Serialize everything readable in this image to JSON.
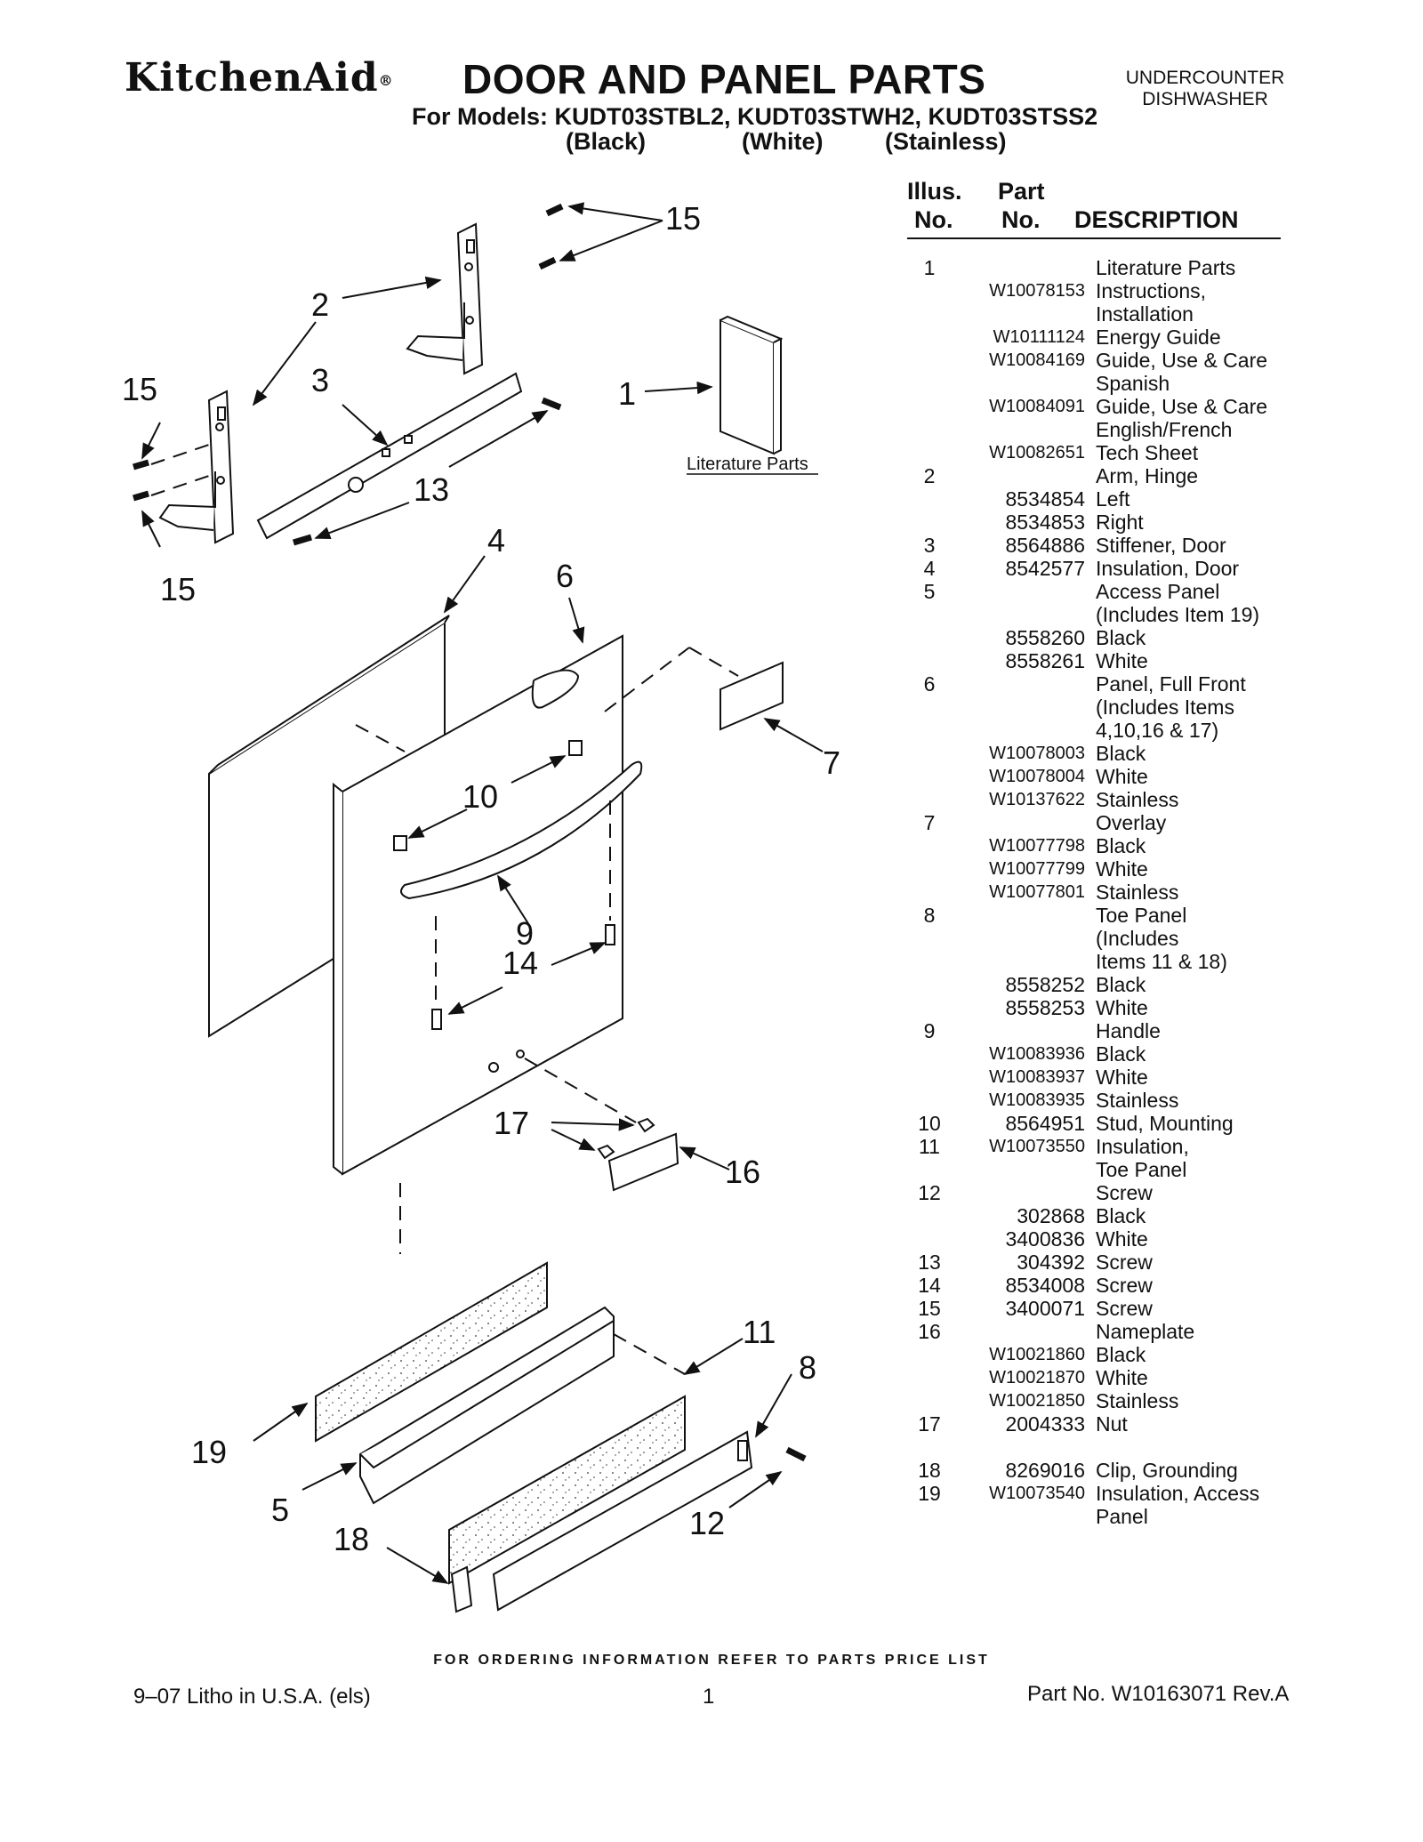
{
  "header": {
    "brand": "KitchenAid",
    "brand_reg": "®",
    "title": "DOOR AND PANEL PARTS",
    "models_line": "For Models: KUDT03STBL2, KUDT03STWH2, KUDT03STSS2",
    "variants": [
      "(Black)",
      "(White)",
      "(Stainless)"
    ],
    "category_line1": "UNDERCOUNTER",
    "category_line2": "DISHWASHER"
  },
  "table": {
    "col_illus_1": "Illus.",
    "col_illus_2": "No.",
    "col_part_1": "Part",
    "col_part_2": "No.",
    "col_desc": "DESCRIPTION",
    "rows": [
      {
        "num": "1",
        "part": "",
        "desc": "Literature Parts"
      },
      {
        "num": "",
        "part": "W10078153",
        "desc": "Instructions,"
      },
      {
        "num": "",
        "part": "",
        "desc": "Installation"
      },
      {
        "num": "",
        "part": "W10111124",
        "desc": "Energy Guide"
      },
      {
        "num": "",
        "part": "W10084169",
        "desc": "Guide, Use & Care"
      },
      {
        "num": "",
        "part": "",
        "desc": "Spanish"
      },
      {
        "num": "",
        "part": "W10084091",
        "desc": "Guide, Use & Care"
      },
      {
        "num": "",
        "part": "",
        "desc": "English/French"
      },
      {
        "num": "",
        "part": "W10082651",
        "desc": "Tech Sheet"
      },
      {
        "num": "2",
        "part": "",
        "desc": "Arm, Hinge"
      },
      {
        "num": "",
        "part": "8534854",
        "desc": "Left"
      },
      {
        "num": "",
        "part": "8534853",
        "desc": "Right"
      },
      {
        "num": "3",
        "part": "8564886",
        "desc": "Stiffener, Door"
      },
      {
        "num": "4",
        "part": "8542577",
        "desc": "Insulation, Door"
      },
      {
        "num": "5",
        "part": "",
        "desc": "Access Panel"
      },
      {
        "num": "",
        "part": "",
        "desc": "(Includes Item 19)"
      },
      {
        "num": "",
        "part": "8558260",
        "desc": "Black"
      },
      {
        "num": "",
        "part": "8558261",
        "desc": "White"
      },
      {
        "num": "6",
        "part": "",
        "desc": "Panel, Full Front"
      },
      {
        "num": "",
        "part": "",
        "desc": "(Includes Items"
      },
      {
        "num": "",
        "part": "",
        "desc": "4,10,16 & 17)"
      },
      {
        "num": "",
        "part": "W10078003",
        "desc": "Black"
      },
      {
        "num": "",
        "part": "W10078004",
        "desc": "White"
      },
      {
        "num": "",
        "part": "W10137622",
        "desc": "Stainless"
      },
      {
        "num": "7",
        "part": "",
        "desc": "Overlay"
      },
      {
        "num": "",
        "part": "W10077798",
        "desc": "Black"
      },
      {
        "num": "",
        "part": "W10077799",
        "desc": "White"
      },
      {
        "num": "",
        "part": "W10077801",
        "desc": "Stainless"
      },
      {
        "num": "8",
        "part": "",
        "desc": "Toe Panel"
      },
      {
        "num": "",
        "part": "",
        "desc": "(Includes"
      },
      {
        "num": "",
        "part": "",
        "desc": "Items 11 & 18)"
      },
      {
        "num": "",
        "part": "8558252",
        "desc": "Black"
      },
      {
        "num": "",
        "part": "8558253",
        "desc": "White"
      },
      {
        "num": "9",
        "part": "",
        "desc": "Handle"
      },
      {
        "num": "",
        "part": "W10083936",
        "desc": "Black"
      },
      {
        "num": "",
        "part": "W10083937",
        "desc": "White"
      },
      {
        "num": "",
        "part": "W10083935",
        "desc": "Stainless"
      },
      {
        "num": "10",
        "part": "8564951",
        "desc": "Stud, Mounting"
      },
      {
        "num": "11",
        "part": "W10073550",
        "desc": "Insulation,"
      },
      {
        "num": "",
        "part": "",
        "desc": "Toe Panel"
      },
      {
        "num": "12",
        "part": "",
        "desc": "Screw"
      },
      {
        "num": "",
        "part": "302868",
        "desc": "Black"
      },
      {
        "num": "",
        "part": "3400836",
        "desc": "White"
      },
      {
        "num": "13",
        "part": "304392",
        "desc": "Screw"
      },
      {
        "num": "14",
        "part": "8534008",
        "desc": "Screw"
      },
      {
        "num": "15",
        "part": "3400071",
        "desc": "Screw"
      },
      {
        "num": "16",
        "part": "",
        "desc": "Nameplate"
      },
      {
        "num": "",
        "part": "W10021860",
        "desc": "Black"
      },
      {
        "num": "",
        "part": "W10021870",
        "desc": "White"
      },
      {
        "num": "",
        "part": "W10021850",
        "desc": "Stainless"
      },
      {
        "num": "17",
        "part": "2004333",
        "desc": "Nut"
      },
      {
        "num": "",
        "part": "",
        "desc": ""
      },
      {
        "num": "18",
        "part": "8269016",
        "desc": "Clip, Grounding"
      },
      {
        "num": "19",
        "part": "W10073540",
        "desc": "Insulation, Access"
      },
      {
        "num": "",
        "part": "",
        "desc": "Panel"
      }
    ]
  },
  "diagram": {
    "literature_label": "Literature Parts",
    "callouts": [
      "1",
      "2",
      "3",
      "4",
      "5",
      "6",
      "7",
      "8",
      "9",
      "10",
      "11",
      "12",
      "13",
      "14",
      "15",
      "15",
      "15",
      "16",
      "17",
      "18",
      "19"
    ]
  },
  "footer": {
    "ordering_note": "FOR ORDERING INFORMATION REFER TO PARTS PRICE LIST",
    "litho": "9–07 Litho in U.S.A. (els)",
    "page": "1",
    "part_no": "Part No. W10163071 Rev.A"
  }
}
